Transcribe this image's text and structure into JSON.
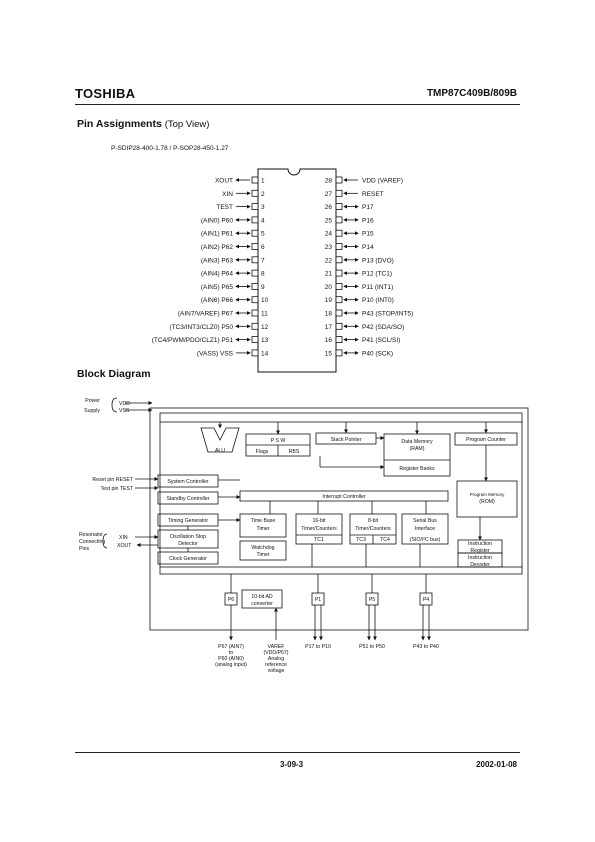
{
  "header": {
    "brand": "TOSHIBA",
    "part_number": "TMP87C409B/809B"
  },
  "pin_section": {
    "title": "Pin Assignments",
    "subtitle": "(Top View)",
    "package": "P-SDIP28-400-1.78 / P-SOP28-450-1.27",
    "left_pins": [
      {
        "num": "1",
        "label": "XOUT",
        "dir": "out"
      },
      {
        "num": "2",
        "label": "XIN",
        "dir": "in"
      },
      {
        "num": "3",
        "label": "TEST",
        "dir": "in"
      },
      {
        "num": "4",
        "label": "(AIN0) P60",
        "dir": "bi"
      },
      {
        "num": "5",
        "label": "(AIN1) P61",
        "dir": "bi"
      },
      {
        "num": "6",
        "label": "(AIN2) P62",
        "dir": "bi"
      },
      {
        "num": "7",
        "label": "(AIN3) P63",
        "dir": "bi"
      },
      {
        "num": "8",
        "label": "(AIN4) P64",
        "dir": "bi"
      },
      {
        "num": "9",
        "label": "(AIN5) P65",
        "dir": "bi"
      },
      {
        "num": "10",
        "label": "(AIN6) P66",
        "dir": "bi"
      },
      {
        "num": "11",
        "label": "(AIN7/VAREF) P67",
        "dir": "bi"
      },
      {
        "num": "12",
        "label": "(TC3/INT3/CLZ0) P50",
        "dir": "bi"
      },
      {
        "num": "13",
        "label": "(TC4/PWM/PDO/CLZ1) P51",
        "dir": "bi"
      },
      {
        "num": "14",
        "label": "(VASS) VSS",
        "dir": "in"
      }
    ],
    "right_pins": [
      {
        "num": "28",
        "label": "VDD (VAREF)",
        "dir": "in"
      },
      {
        "num": "27",
        "label": "RESET",
        "dir": "in"
      },
      {
        "num": "26",
        "label": "P17",
        "dir": "bi"
      },
      {
        "num": "25",
        "label": "P16",
        "dir": "bi"
      },
      {
        "num": "24",
        "label": "P15",
        "dir": "bi"
      },
      {
        "num": "23",
        "label": "P14",
        "dir": "bi"
      },
      {
        "num": "22",
        "label": "P13 (DVO)",
        "dir": "bi"
      },
      {
        "num": "21",
        "label": "P12 (TC1)",
        "dir": "bi"
      },
      {
        "num": "20",
        "label": "P11 (INT1)",
        "dir": "bi"
      },
      {
        "num": "19",
        "label": "P10 (INT0)",
        "dir": "bi"
      },
      {
        "num": "18",
        "label": "P43 (STOP/INT5)",
        "dir": "bi"
      },
      {
        "num": "17",
        "label": "P42 (SDA/SO)",
        "dir": "bi"
      },
      {
        "num": "16",
        "label": "P41 (SCL/SI)",
        "dir": "bi"
      },
      {
        "num": "15",
        "label": "P40 (SCK)",
        "dir": "bi"
      }
    ]
  },
  "block_section": {
    "title": "Block Diagram",
    "power": {
      "label1": "Power",
      "label2": "Supply",
      "vdd": "VDD",
      "vss": "VSS"
    },
    "inputs": {
      "reset": "Reset pin RESET",
      "test": "Test pin TEST",
      "res1": "Resonator",
      "res2": "Connecting",
      "res3": "Pins",
      "xin": "XIN",
      "xout": "XOUT"
    },
    "blocks": {
      "alu": "ALU",
      "psw": "P S W",
      "flags": "Flags",
      "rbs": "RBS",
      "stack_pointer": "Stack Pointer",
      "data_memory": "Data Memory",
      "ram": "(RAM)",
      "register_banks": "Register Banks",
      "program_counter": "Program Counter",
      "program_memory": "Program Memory",
      "rom": "(ROM)",
      "system_controller": "System Controller",
      "standby_controller": "Standby Controller",
      "interrupt_controller": "Interrupt Controller",
      "timing_generator": "Timing Generator",
      "osc_stop1": "Oscillation Stop",
      "osc_stop2": "Detector",
      "clock_generator": "Clock Generator",
      "tbt1": "Time Base",
      "tbt2": "Timer",
      "wdt1": "Watchdog",
      "wdt2": "Timer",
      "t16a": "16-bit",
      "t16b": "Timer/Counters",
      "tc1": "TC1",
      "t8a": "8-bit",
      "t8b": "Timer/Counters",
      "tc3": "TC3",
      "tc4": "TC4",
      "sbi1": "Serial Bus",
      "sbi2": "Interface",
      "sbi3": "(SIO/I²C bus)",
      "ir1": "Instruction",
      "ir2": "Register",
      "id1": "Instruction",
      "id2": "Decoder",
      "adc1": "10-bit AD",
      "adc2": "converter",
      "p6": "P6",
      "p1": "P1",
      "p5": "P5",
      "p4": "P4"
    },
    "bottom_labels": {
      "ain1": "P67 (AIN7)",
      "ain2": "to",
      "ain3": "P60 (AIN0)",
      "ain4": "(analog input)",
      "vref1": "VAREF",
      "vref2": "(VDD/P67)",
      "vref3": "Analog",
      "vref4": "reference",
      "vref5": "voltage",
      "p1r": "P17 to P10",
      "p5r": "P51 to P50",
      "p4r": "P43 to P40"
    }
  },
  "footer": {
    "page": "3-09-3",
    "date": "2002-01-08"
  }
}
